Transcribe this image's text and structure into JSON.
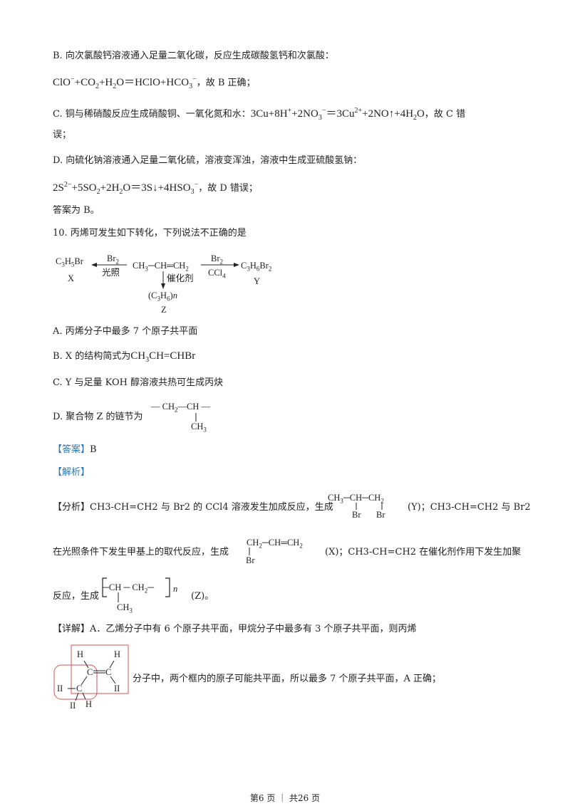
{
  "lines": {
    "b_text": "B. 向次氯酸钙溶液通入足量二氧化碳，反应生成碳酸氢钙和次氯酸：",
    "b_verdict": "，故 B 正确；",
    "c_text": "C. 铜与稀硝酸反应生成硝酸铜、一氧化氮和水：",
    "c_verdict": "，故 C 错",
    "c_wrap": "误；",
    "d_text": "D. 向硫化钠溶液通入足量二氧化硫，溶液变浑浊，溶液中生成亚硫酸氢钠：",
    "d_verdict": "，故 D 错误；",
    "answer_prev": "答案为 B。",
    "q10": "10. 丙烯可发生如下转化，下列说法不正确的是",
    "optA": "A. 丙烯分子中最多 7 个原子共平面",
    "optB_prefix": "B. X 的结构简式为",
    "optC": "C. Y 与足量 KOH 醇溶液共热可生成丙炔",
    "optD": "D. 聚合物 Z 的链节为",
    "answer_label": "【答案】",
    "answer_value": "B",
    "analysis_label": "【解析】",
    "fx1_label": "【分析】",
    "fx1_a": "CH3-CH=CH2 与 Br2 的 CCl4 溶液发生加成反应，生成",
    "fx1_b": "(Y)；CH3-CH=CH2 与 Br2",
    "fx2_a": "在光照条件下发生甲基上的取代反应，生成",
    "fx2_b": "(X)；CH3-CH=CH2 在催化剂作用下发生加聚",
    "fx3_a": "反应，生成",
    "fx3_b": "(Z)。",
    "xj_label": "【详解】",
    "xj_text": "A．乙烯分子中有 6 个原子共平面，甲烷分子中最多有 3 个原子共平面，则丙烯",
    "xj2": "分子中，两个框内的原子可能共平面，所以最多 7 个原子共平面，A 正确；"
  },
  "scheme": {
    "propene": "CH3─CH═CH2",
    "reagent_left_top": "Br2",
    "reagent_left_bottom": "光照",
    "product_x": "C3H5Br",
    "label_x": "X",
    "reagent_right_top": "Br2",
    "reagent_right_bottom": "CCl4",
    "product_y": "C3H6Br2",
    "label_y": "Y",
    "catalyst": "催化剂",
    "product_z": "(C3H6)n",
    "label_z": "Z"
  },
  "footer": "第6 页 ｜ 共26 页",
  "colors": {
    "accent_blue": "#2e74b5",
    "box_red": "#d9534f"
  }
}
